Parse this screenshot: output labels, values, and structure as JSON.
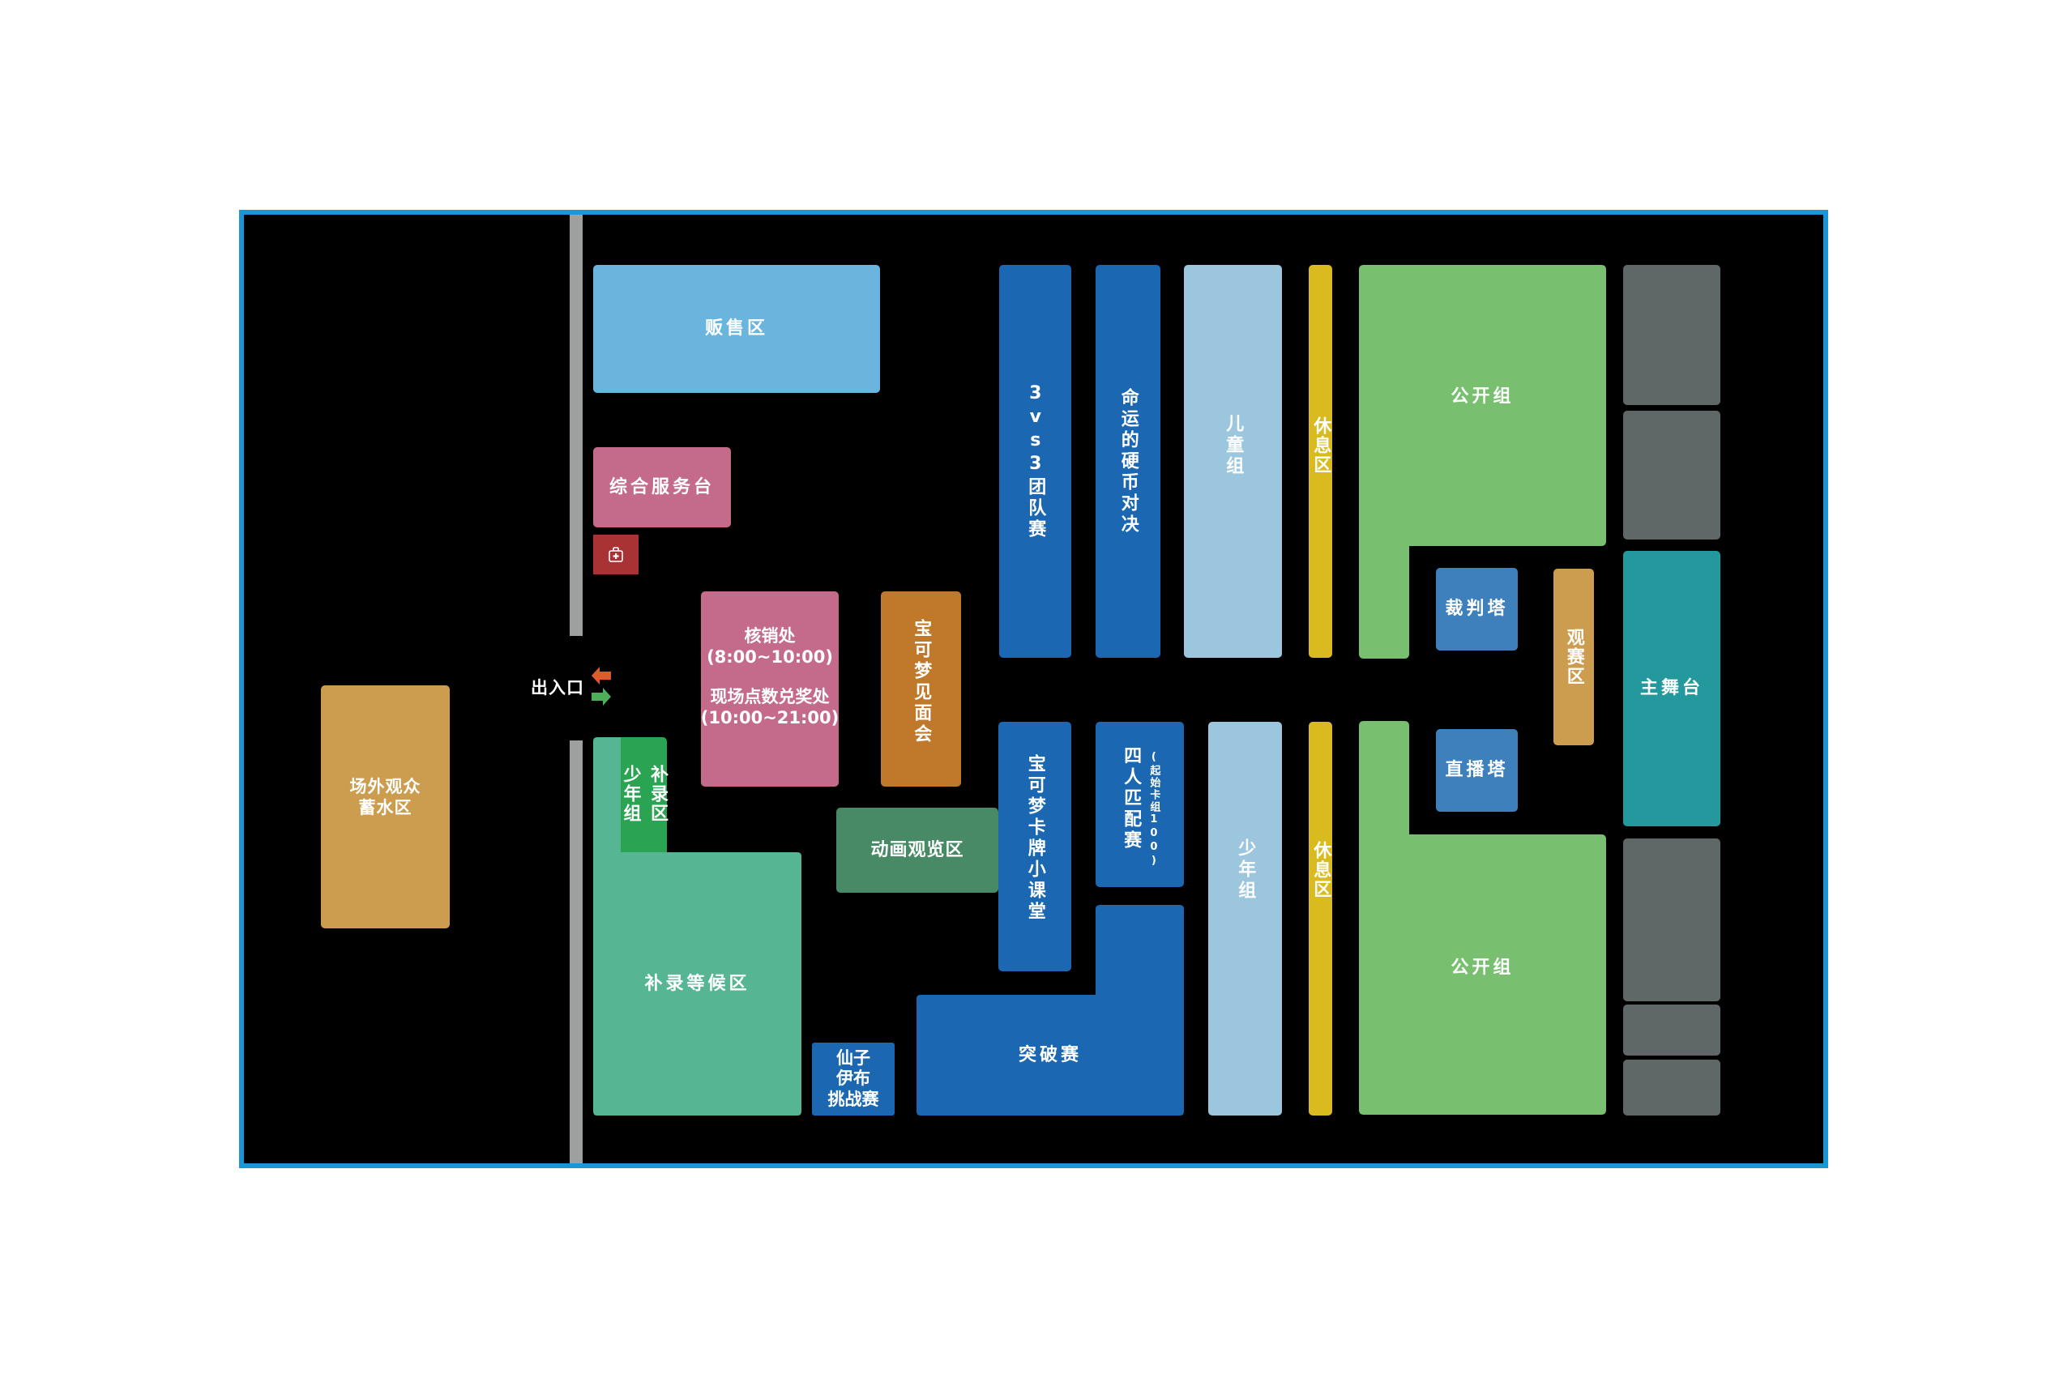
{
  "title": "场馆平面图",
  "colors": {
    "frame_border": "#1a96d6",
    "background": "#000000",
    "wall": "#9ea0a0",
    "sales": "#6ab5dd",
    "service": "#c46b8c",
    "first_aid": "#a83234",
    "meet": "#c0782b",
    "match_blue": "#1b67b1",
    "group_light_blue": "#9bc6de",
    "rest_yellow": "#d9bb1f",
    "open_green": "#78c070",
    "tower_blue": "#3e80bc",
    "watch_gold": "#cc9d4e",
    "main_stage": "#23999d",
    "gray_block": "#5f6866",
    "waiting": "#56b593",
    "junior_makeup": "#2aa353",
    "anime": "#478a65",
    "arrow_out": "#e05a2b",
    "arrow_in": "#4cb05a"
  },
  "entrance": {
    "label": "出入口",
    "arrow_out_icon": "arrow-left-icon",
    "arrow_in_icon": "arrow-right-icon"
  },
  "zones": {
    "outside_audience": "场外观众\n蓄水区",
    "sales": "贩售区",
    "service_desk": "综合服务台",
    "first_aid_icon": "first-aid-kit-icon",
    "verification": {
      "line1": "核销处",
      "line2": "(8:00~10:00)",
      "line3": "现场点数兑奖处",
      "line4": "(10:00~21:00)"
    },
    "pokemon_meet": "宝可梦见面会",
    "team_3v3": "3vs3团队赛",
    "coin_duel": "命运的硬币对决",
    "kids_group": "儿童组",
    "rest_area_top": "休息区",
    "open_group_top": "公开组",
    "referee_tower": "裁判塔",
    "watch_area": "观赛区",
    "main_stage": "主舞台",
    "broadcast_tower": "直播塔",
    "open_group_bottom": "公开组",
    "rest_area_bottom": "休息区",
    "junior_group": "少年组",
    "four_player": "四人匹配赛",
    "four_player_note": "(起始卡组100)",
    "card_class": "宝可梦卡牌小课堂",
    "breakthrough": "突破赛",
    "anime_area": "动画观览区",
    "sylveon_challenge": "仙子\n伊布\n挑战赛",
    "junior_makeup": "少年组补录区",
    "junior_makeup_col1": "少年组",
    "junior_makeup_col2": "补录区",
    "makeup_waiting": "补录等候区"
  }
}
